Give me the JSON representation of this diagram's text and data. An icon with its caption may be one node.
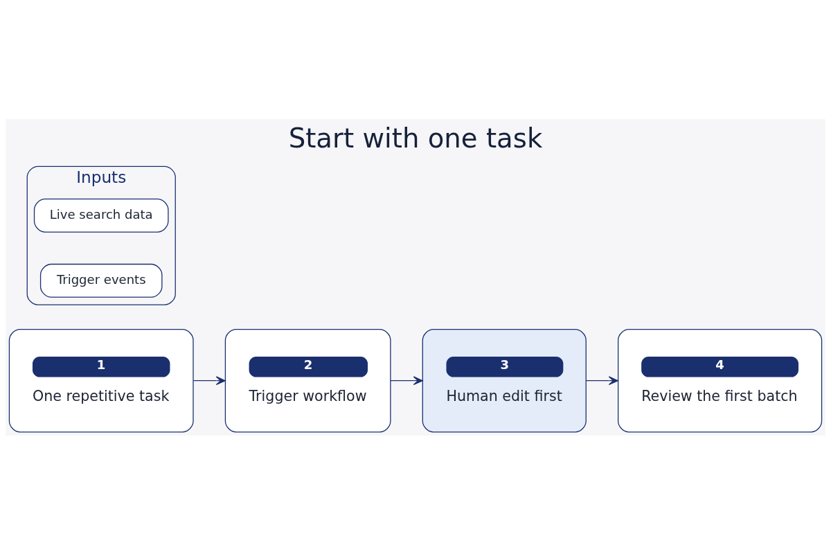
{
  "diagram": {
    "title": "Start with one task",
    "nodes": [
      {
        "text": [
          "1",
          "One repetitive task"
        ]
      },
      {
        "text": [
          "2",
          "Trigger workflow"
        ]
      },
      {
        "text": [
          "3",
          "Human edit first"
        ]
      },
      {
        "text": [
          "4",
          "Review the first batch"
        ]
      },
      {
        "text": [
          "Inputs"
        ]
      },
      {
        "text": [
          "Live search data"
        ],
        "in": 4
      },
      {
        "text": [
          "Trigger events"
        ],
        "in": 4
      }
    ],
    "edges": [
      {
        "from": 0,
        "to": 1,
        "arrow": "to"
      },
      {
        "from": 1,
        "to": 2,
        "arrow": "to"
      },
      {
        "from": 2,
        "to": 3,
        "arrow": "to"
      }
    ]
  }
}
